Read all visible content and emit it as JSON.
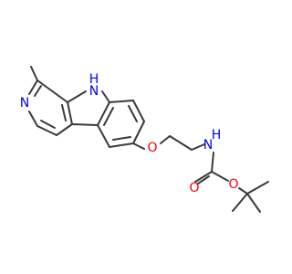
{
  "molecule": {
    "atoms": {
      "nh_indole": {
        "text": "H",
        "color": "#0000ff"
      },
      "nh_indole_n": {
        "text": "N",
        "color": "#0000ff"
      },
      "n_pyridine": {
        "text": "N",
        "color": "#0000ff"
      },
      "o_ether": {
        "text": "O",
        "color": "#ff0000"
      },
      "nh_carbamate_h": {
        "text": "H",
        "color": "#0000ff"
      },
      "nh_carbamate_n": {
        "text": "N",
        "color": "#0000ff"
      },
      "o_carbonyl": {
        "text": "O",
        "color": "#ff0000"
      },
      "o_ester": {
        "text": "O",
        "color": "#ff0000"
      }
    },
    "bond_color": "#3a3a3a"
  }
}
